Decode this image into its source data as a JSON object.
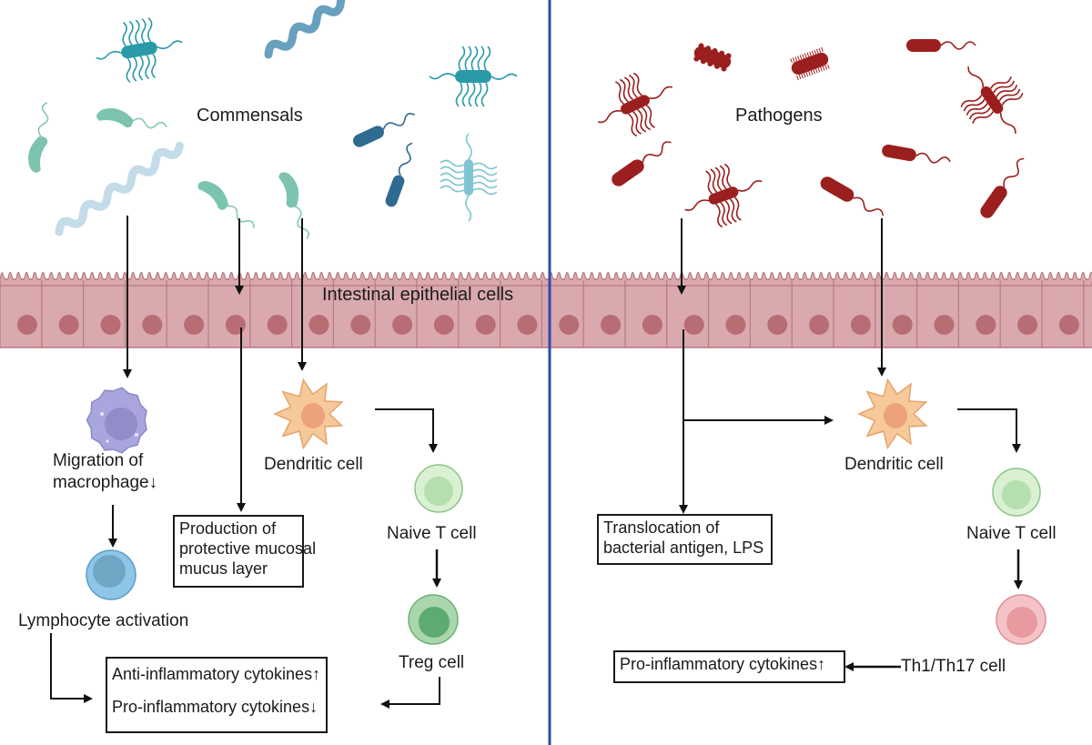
{
  "title": "Commensals vs Pathogens: intestinal immune response",
  "colors": {
    "divider": "#2d4aa8",
    "epithelium_fill": "#d9a9ae",
    "epithelium_stroke": "#b97a82",
    "nucleus": "#b86d75",
    "commensal_teal": "#2a9aa8",
    "commensal_mint": "#7cc4b0",
    "commensal_blue": "#2f6b90",
    "pathogen_red": "#9c1f1f",
    "macrophage": "#a9a6de",
    "lymphocyte": "#8ec6e8",
    "dendritic": "#f6c99a",
    "naive_t": "#cdebc9",
    "treg": "#8fcb9a",
    "th_cell": "#f2b3b8"
  },
  "layer": {
    "epithelium_label": "Intestinal epithelial cells"
  },
  "left_panel": {
    "heading": "Commensals",
    "macrophage_label_line1": "Migration of",
    "macrophage_label_line2": "macrophage",
    "macrophage_trend": "↓",
    "lymphocyte_label": "Lymphocyte activation",
    "mucus_box": {
      "line1": "Production of",
      "line2": "protective mucosal",
      "line3": "mucus layer"
    },
    "dendritic_label": "Dendritic cell",
    "naive_t_label": "Naive T cell",
    "treg_label": "Treg cell",
    "cytokine_box": {
      "anti_label": "Anti-inflammatory cytokines",
      "anti_trend": "↑",
      "pro_label": "Pro-inflammatory cytokines",
      "pro_trend": "↓"
    }
  },
  "right_panel": {
    "heading": "Pathogens",
    "translocation_box": {
      "line1": "Translocation of",
      "line2": "bacterial antigen, LPS"
    },
    "dendritic_label": "Dendritic cell",
    "naive_t_label": "Naive T cell",
    "th_label": "Th1/Th17 cell",
    "cytokine_box": {
      "pro_label": "Pro-inflammatory cytokines",
      "pro_trend": "↑"
    }
  }
}
